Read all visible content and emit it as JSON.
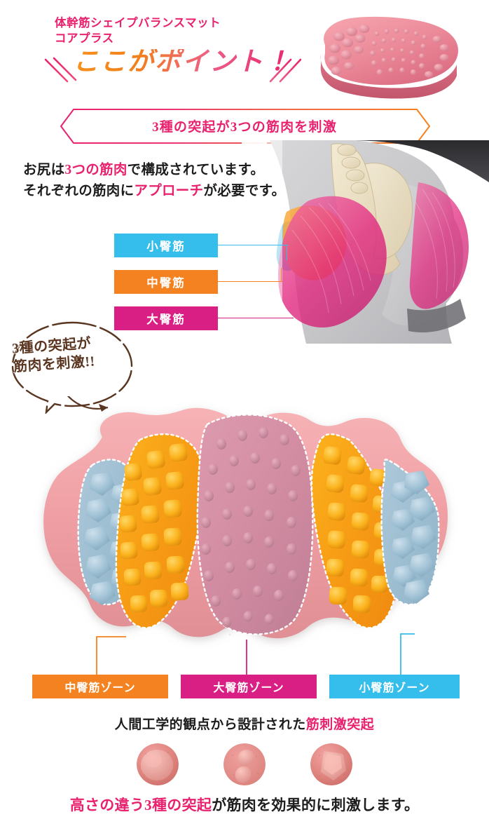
{
  "header": {
    "product_name": "体幹筋シェイプバランスマット\nコアプラス",
    "point_catch": "ここがポイント！",
    "product_photo_alt": "product-photo"
  },
  "ribbon": {
    "text": "3種の突起が3つの筋肉を刺激",
    "color_left": "#e8226e",
    "color_right": "#f58220"
  },
  "lead": {
    "line1_a": "お尻は",
    "line1_hl": "3つの筋肉",
    "line1_b": "で構成されています。",
    "line2_a": "それぞれの筋肉に",
    "line2_hl": "アプローチ",
    "line2_b": "が必要です。"
  },
  "muscle_labels": [
    {
      "label": "小臀筋",
      "color": "#35bdec"
    },
    {
      "label": "中臀筋",
      "color": "#f58220"
    },
    {
      "label": "大臀筋",
      "color": "#d91e84"
    }
  ],
  "bubble": {
    "text": "3種の突起が\n筋肉を刺激!!",
    "color": "#5a3520"
  },
  "zones": [
    {
      "label": "中臀筋ゾーン",
      "color": "#f58220"
    },
    {
      "label": "大臀筋ゾーン",
      "color": "#d91e84"
    },
    {
      "label": "小臀筋ゾーン",
      "color": "#35bdec"
    }
  ],
  "sub_caption": {
    "plain": "人間工学的観点から設計された",
    "highlight": "筋刺激突起"
  },
  "bumps": [
    {
      "name": "bump-type-low"
    },
    {
      "name": "bump-type-twin"
    },
    {
      "name": "bump-type-tall"
    }
  ],
  "foot_caption": {
    "highlight": "高さの違う3種の突起",
    "plain": "が筋肉を効果的に刺激します。"
  },
  "colors": {
    "pink": "#e8226e",
    "magenta": "#d91e84",
    "orange": "#f58220",
    "blue": "#35bdec",
    "brown": "#5a3520",
    "mat_body": "#f0a0a4",
    "mat_center": "#d892a6",
    "mat_orange": "#f9a51a",
    "mat_blue": "#9cc0d6",
    "background": "#ffffff"
  }
}
